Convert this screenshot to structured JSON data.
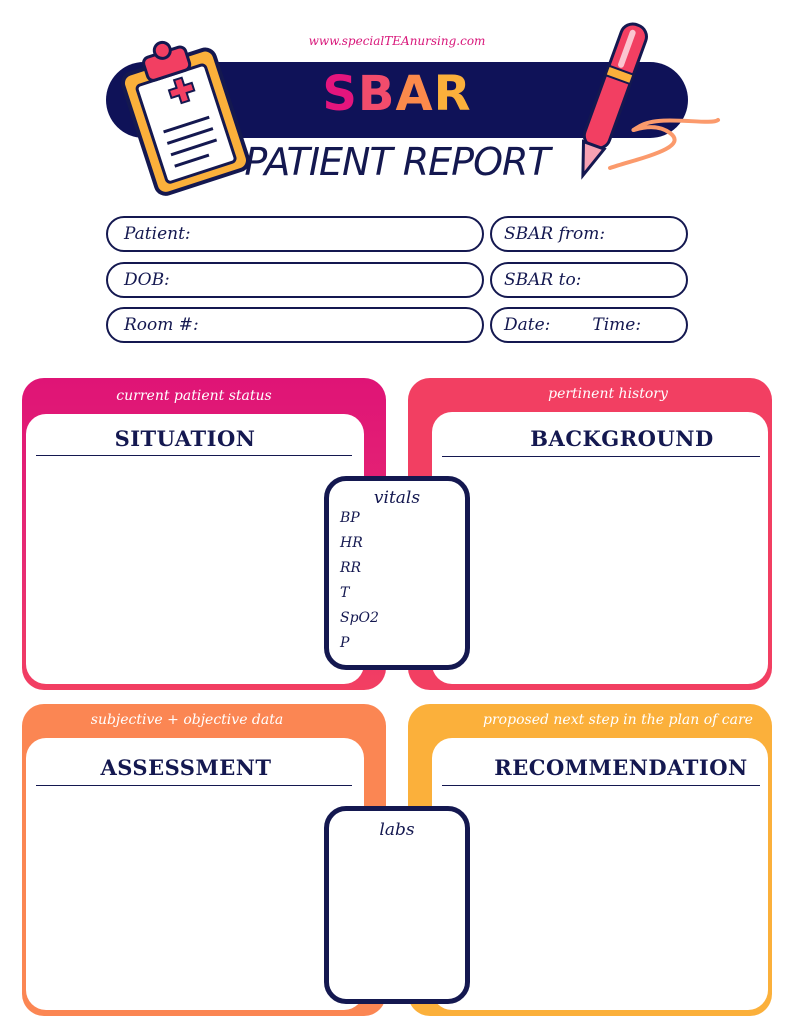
{
  "header": {
    "url": "www.specialTEAnursing.com",
    "title_parts": [
      "S",
      "B",
      "A",
      "R"
    ],
    "subtitle": "PATIENT REPORT"
  },
  "fields": {
    "patient": "Patient:",
    "dob": "DOB:",
    "room": "Room #:",
    "sbar_from": "SBAR from:",
    "sbar_to": "SBAR to:",
    "date": "Date:",
    "time": "Time:"
  },
  "sections": {
    "situation": {
      "tag": "current patient status",
      "heading": "SITUATION"
    },
    "background": {
      "tag": "pertinent history",
      "heading": "BACKGROUND"
    },
    "assessment": {
      "tag": "subjective + objective data",
      "heading": "ASSESSMENT"
    },
    "recommendation": {
      "tag": "proposed next step in the plan of care",
      "heading": "RECOMMENDATION"
    }
  },
  "vitals": {
    "title": "vitals",
    "items": [
      "BP",
      "HR",
      "RR",
      "T",
      "SpO2",
      "P"
    ]
  },
  "labs": {
    "title": "labs"
  },
  "colors": {
    "navy": "#141850",
    "banner": "#0f1258",
    "magenta": "#e4157d",
    "coral": "#f23f62",
    "orange": "#fb8653",
    "yellow": "#fbb03b"
  }
}
